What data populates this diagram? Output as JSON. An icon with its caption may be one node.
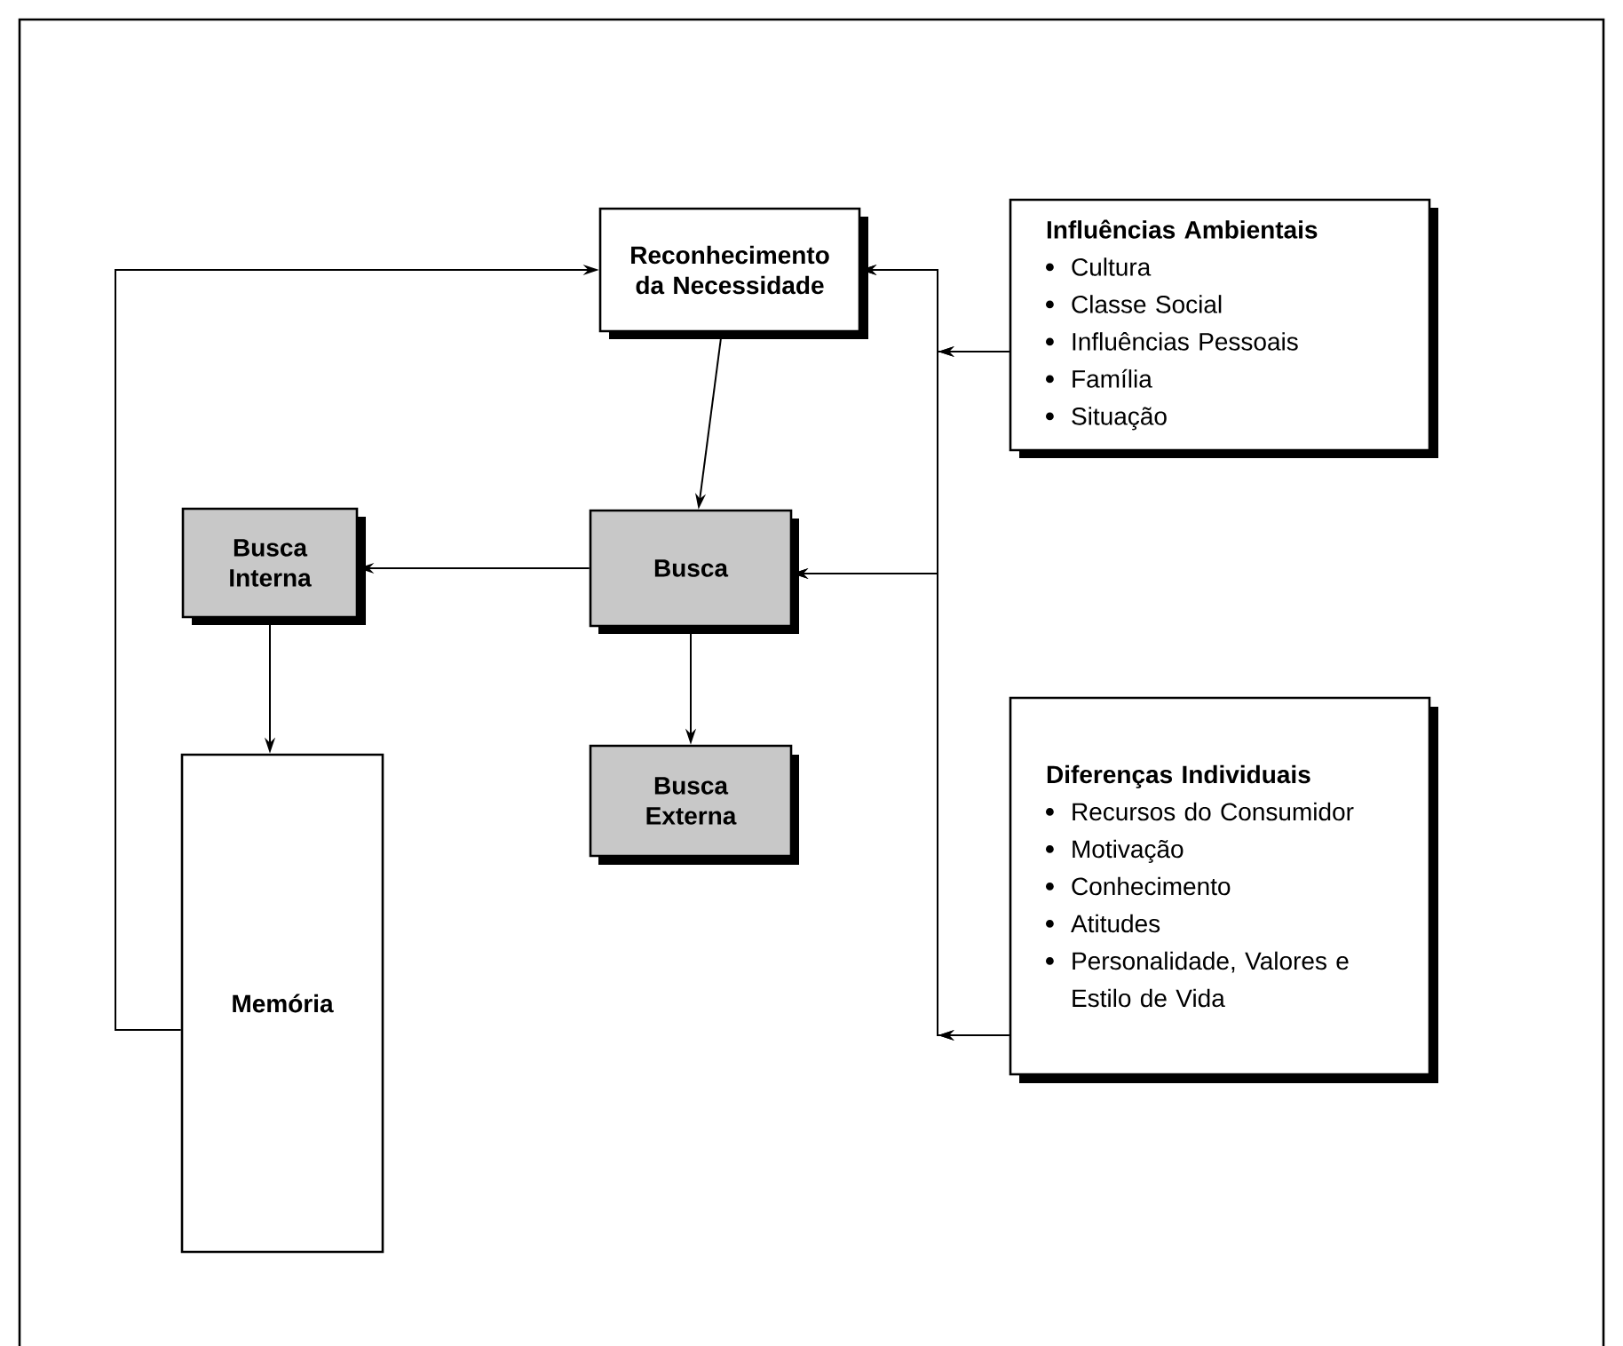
{
  "diagram": {
    "nodes": [
      {
        "text": [
          "Reconhecimento da Necessidade"
        ]
      },
      {
        "text": [
          "Influências Ambientais",
          "Cultura",
          "Classe Social",
          "Influências Pessoais",
          "Família",
          "Situação"
        ]
      },
      {
        "text": [
          "Busca Interna"
        ]
      },
      {
        "text": [
          "Busca"
        ]
      },
      {
        "text": [
          "Diferenças Individuais",
          "Recursos do Consumidor",
          "Motivação",
          "Conhecimento",
          "Atitudes",
          "Personalidade, Valores e Estilo de Vida"
        ]
      },
      {
        "text": [
          "Busca Externa"
        ]
      },
      {
        "text": [
          "Memória"
        ]
      }
    ],
    "edges": [
      {
        "from": 0,
        "to": 3,
        "arrow": "to"
      },
      {
        "from": 3,
        "to": 2,
        "arrow": "to"
      },
      {
        "from": 3,
        "to": 5,
        "arrow": "to"
      },
      {
        "from": 2,
        "to": 6,
        "arrow": "to"
      },
      {
        "from": 6,
        "to": 0,
        "arrow": "to"
      },
      {
        "from": 1,
        "to": 0,
        "arrow": "to"
      },
      {
        "from": 1,
        "to": 3,
        "arrow": "to"
      },
      {
        "from": 4,
        "to": 0,
        "arrow": "to"
      },
      {
        "from": 4,
        "to": 3,
        "arrow": "to"
      }
    ]
  }
}
